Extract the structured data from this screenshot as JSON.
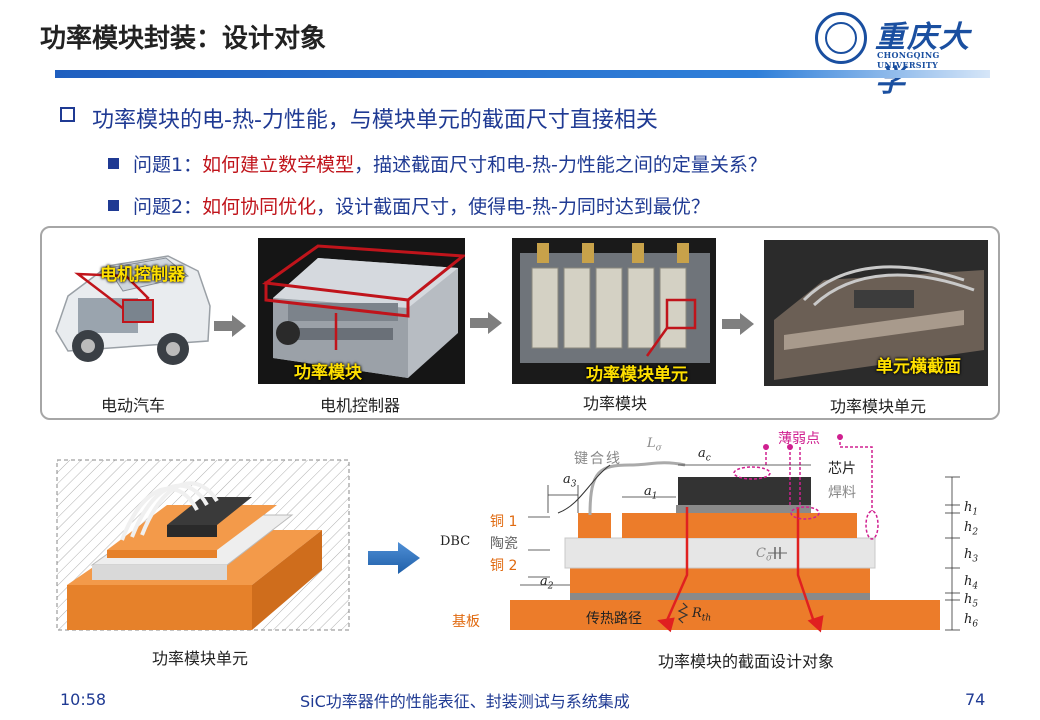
{
  "page": {
    "title": "功率模块封装：设计对象",
    "accent": "#1f5fbf",
    "bullet_color": "#1f3a93",
    "highlight_color": "#c0141b"
  },
  "logo": {
    "name": "重庆大学",
    "subtitle": "CHONGQING UNIVERSITY"
  },
  "headline": "功率模块的电-热-力性能，与模块单元的截面尺寸直接相关",
  "questions": [
    {
      "prefix": "问题1：",
      "highlight": "如何建立数学模型",
      "rest": "，描述截面尺寸和电-热-力性能之间的定量关系？"
    },
    {
      "prefix": "问题2：",
      "highlight": "如何协同优化",
      "rest": "，设计截面尺寸，使得电-热-力同时达到最优？"
    }
  ],
  "pipeline": {
    "captions": [
      "电动汽车",
      "电机控制器",
      "功率模块",
      "功率模块单元"
    ],
    "overlay_labels": [
      "电机控制器",
      "功率模块",
      "功率模块单元",
      "单元横截面"
    ]
  },
  "unit_figure": {
    "caption": "功率模块单元"
  },
  "cross_section": {
    "caption": "功率模块的截面设计对象",
    "labels": {
      "bond_wire": "键合线",
      "weak_point": "薄弱点",
      "chip": "芯片",
      "solder": "焊料",
      "copper1": "铜 1",
      "ceramic": "陶瓷",
      "copper2": "铜 2",
      "dbc": "DBC",
      "baseplate": "基板",
      "heat_path": "传热路径"
    },
    "symbols": {
      "L": "L",
      "L_sub": "σ",
      "ac": "a",
      "ac_sub": "c",
      "a1": "a",
      "a1_sub": "1",
      "a2": "a",
      "a2_sub": "2",
      "a3": "a",
      "a3_sub": "3",
      "C": "C",
      "C_sub": "σ",
      "R": "R",
      "R_sub": "th",
      "h1": "h",
      "h1_sub": "1",
      "h2": "h",
      "h2_sub": "2",
      "h3": "h",
      "h3_sub": "3",
      "h4": "h",
      "h4_sub": "4",
      "h5": "h",
      "h5_sub": "5",
      "h6": "h",
      "h6_sub": "6"
    }
  },
  "footer": {
    "time": "10:58",
    "course": "SiC功率器件的性能表征、封装测试与系统集成",
    "page_number": "74"
  }
}
